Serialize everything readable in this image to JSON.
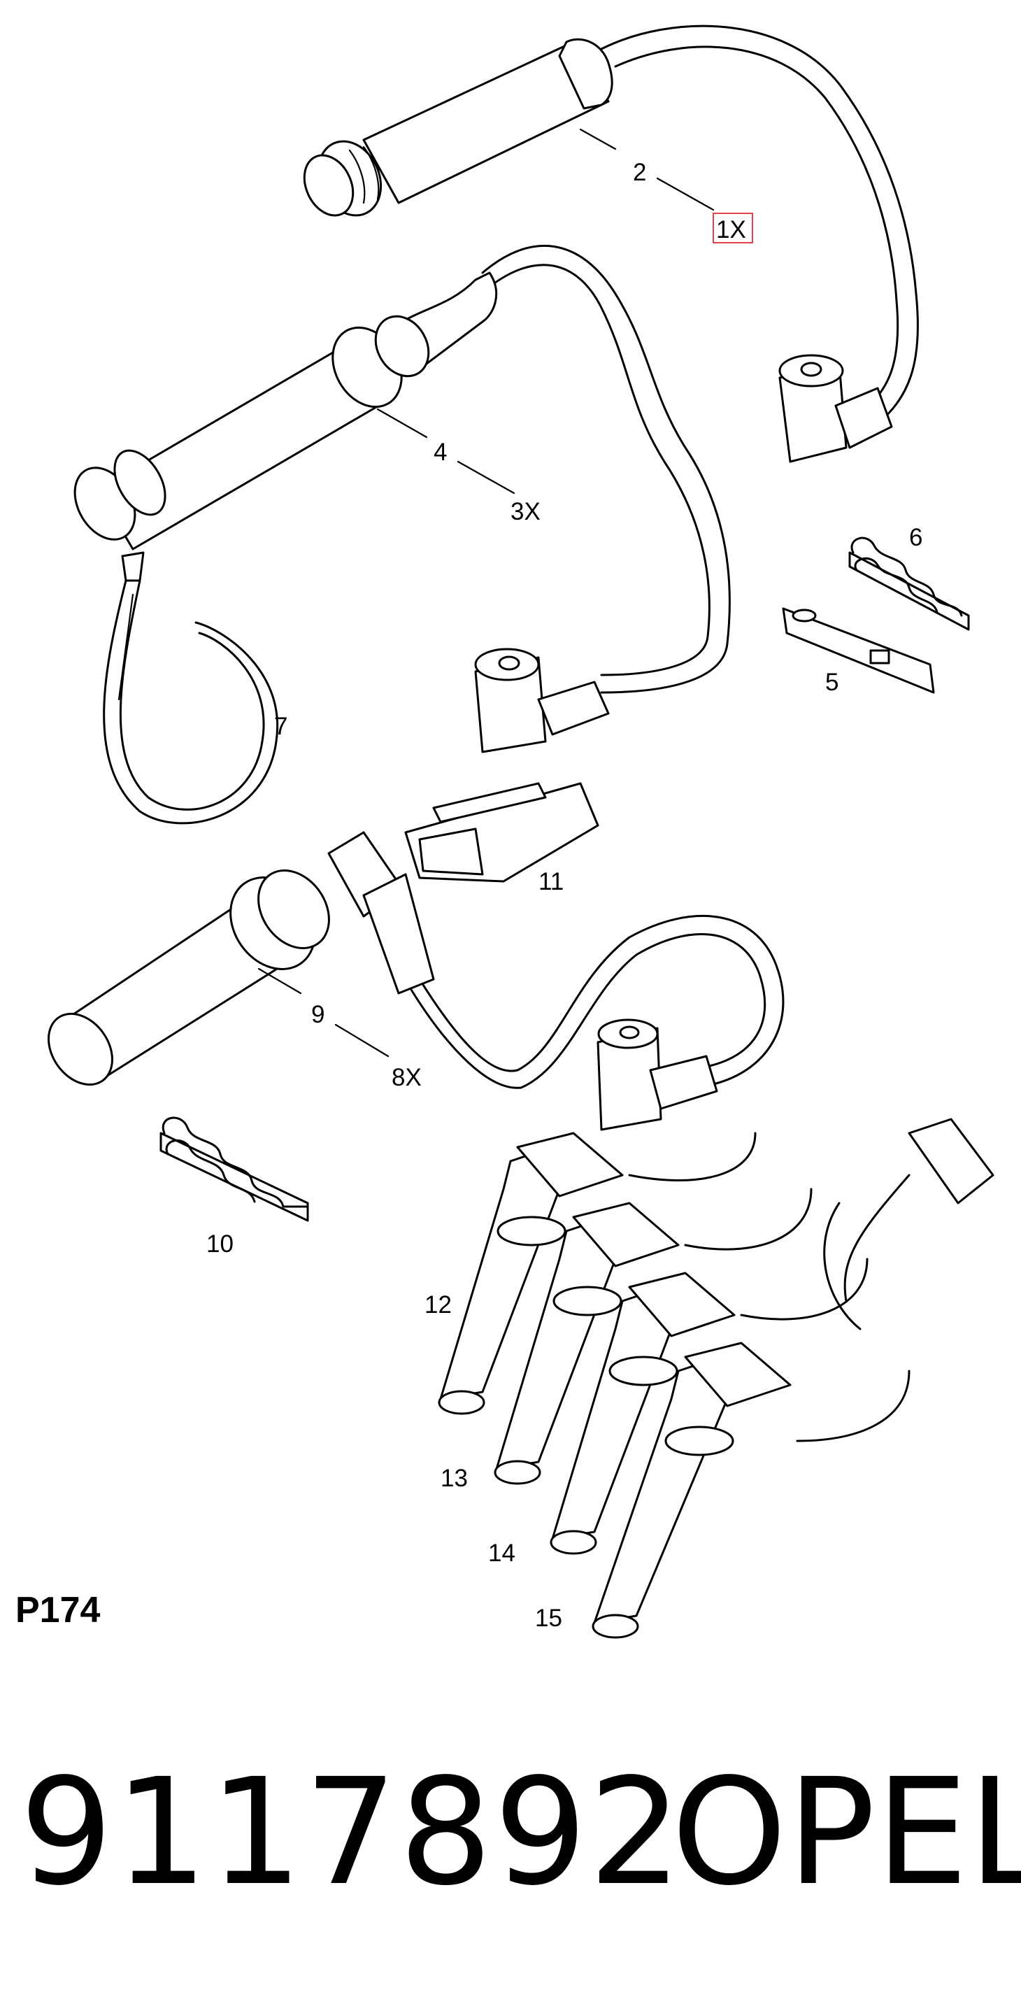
{
  "diagram": {
    "callouts": {
      "c2": "2",
      "c1x": "1X",
      "c4": "4",
      "c3x": "3X",
      "c6": "6",
      "c5": "5",
      "c7": "7",
      "c11": "11",
      "c9": "9",
      "c8x": "8X",
      "c10": "10",
      "c12": "12",
      "c13": "13",
      "c14": "14",
      "c15": "15"
    },
    "highlight_color": "#e0424a"
  },
  "page_code": "P174",
  "part_number": "9117892",
  "brand": "OPEL"
}
